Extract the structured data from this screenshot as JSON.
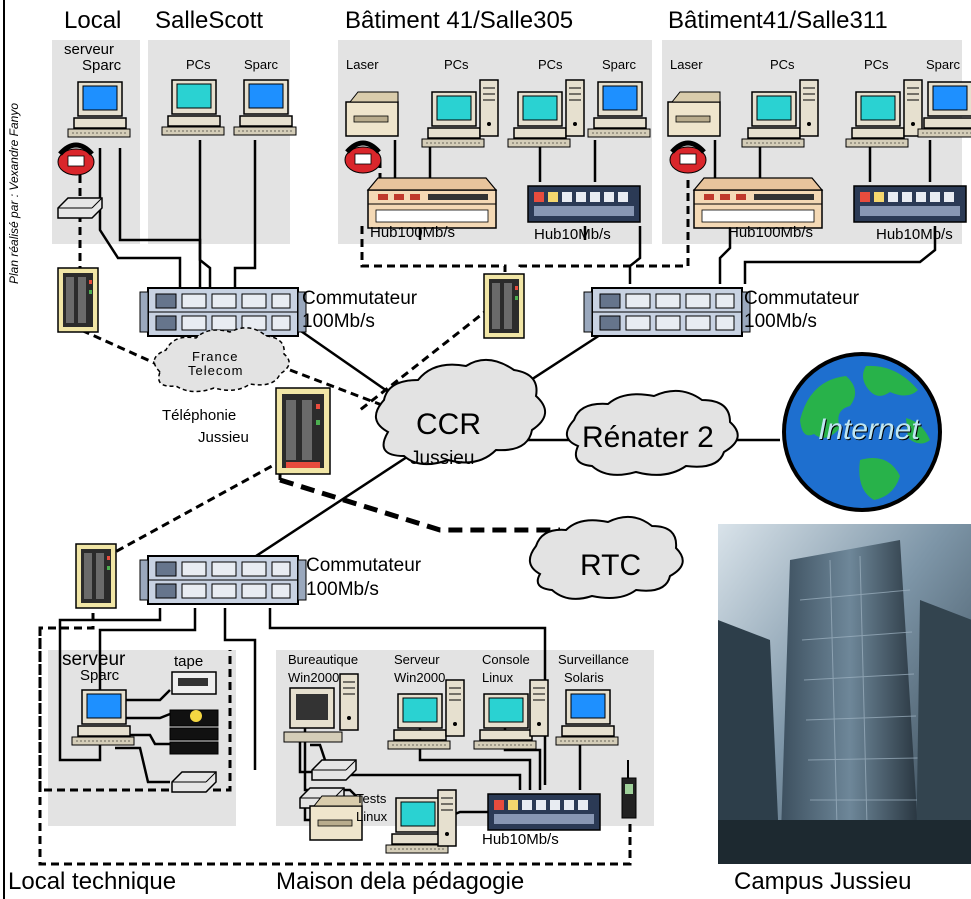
{
  "headings": {
    "local": "Local",
    "salle_scott": "SalleScott",
    "b41_305": "Bâtiment 41/Salle305",
    "b41_311": "Bâtiment41/Salle311",
    "local_technique": "Local technique",
    "maison": "Maison dela pédagogie",
    "campus": "Campus Jussieu"
  },
  "credit": "Plan réalisé par : Vexandre Fanyo",
  "labels": {
    "serveur_top": "serveur",
    "sparc": "Sparc",
    "pcs": "PCs",
    "laser": "Laser",
    "hub100": "Hub100Mb/s",
    "hub10": "Hub10Mb/s",
    "commutateur": "Commutateur",
    "speed100": "100Mb/s",
    "france": "France",
    "telecom": "Telecom",
    "telephonie": "Téléphonie",
    "jussieu": "Jussieu",
    "ccr": "CCR",
    "renater": "Rénater 2",
    "internet": "Internet",
    "rtc": "RTC",
    "serveur": "serveur",
    "tape": "tape",
    "bureautique": "Bureautique",
    "win2000": "Win2000",
    "serveur_cap": "Serveur",
    "console": "Console",
    "linux": "Linux",
    "surveillance": "Surveillance",
    "solaris": "Solaris",
    "tests": "Tests"
  }
}
